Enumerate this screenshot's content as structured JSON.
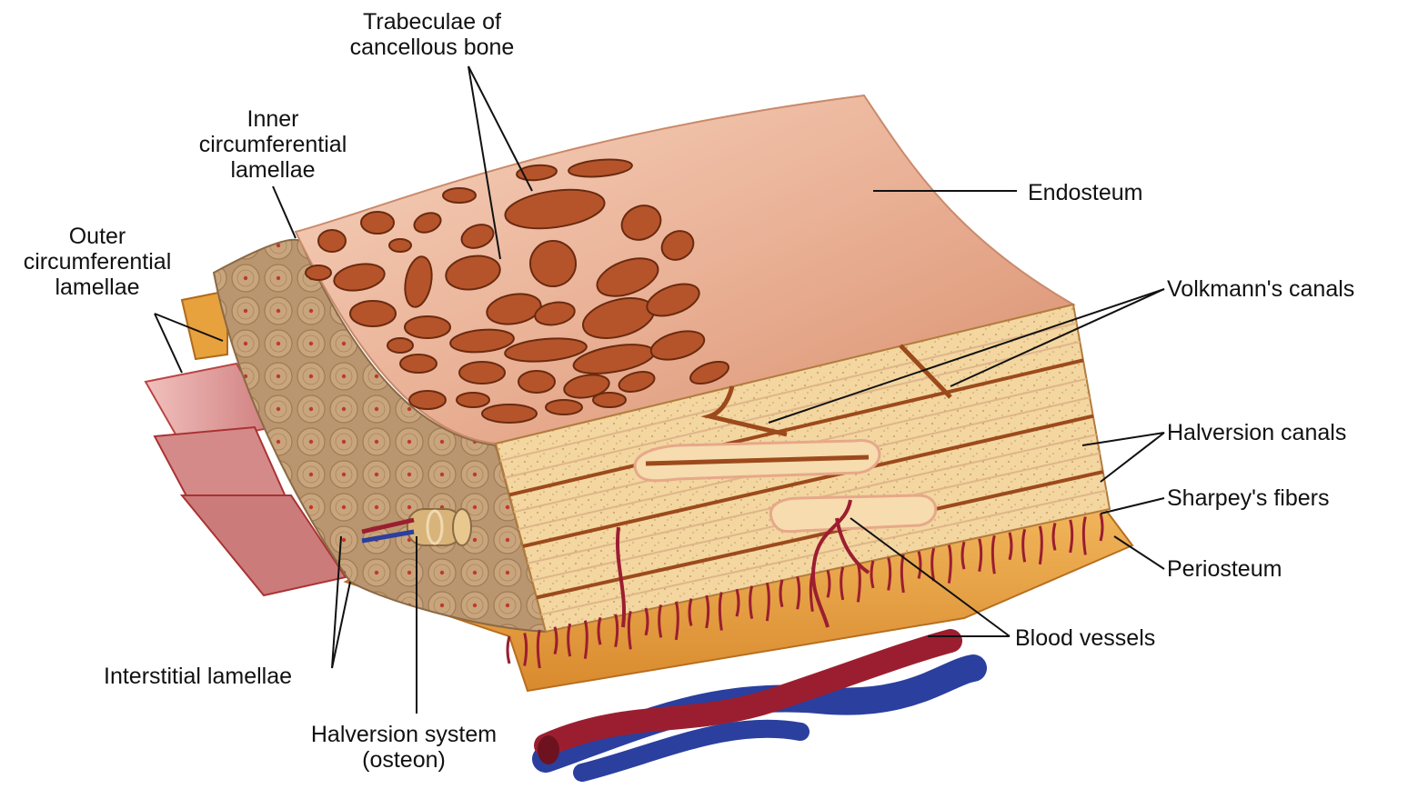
{
  "labels": {
    "trabeculae": [
      "Trabeculae of",
      "cancellous bone"
    ],
    "inner": [
      "Inner",
      "circumferential",
      "lamellae"
    ],
    "outer": [
      "Outer",
      "circumferential",
      "lamellae"
    ],
    "endosteum": "Endosteum",
    "volkmann": "Volkmann's canals",
    "halversion_canals": "Halversion canals",
    "sharpey": "Sharpey's fibers",
    "periosteum": "Periosteum",
    "blood_vessels": "Blood vessels",
    "interstitial": "Interstitial lamellae",
    "halversion_system": [
      "Halversion system",
      "(osteon)"
    ]
  },
  "colors": {
    "endosteum": "#e9a98c",
    "compact_bone": "#f3d7a0",
    "canal": "#9c4a1c",
    "trabecular_hole": "#b5542a",
    "osteon_field": "#b8936a",
    "periosteum": "#e9a54a",
    "artery": "#9b1e30",
    "vein": "#2a3f9e",
    "muscle": "#e2a0a0"
  }
}
